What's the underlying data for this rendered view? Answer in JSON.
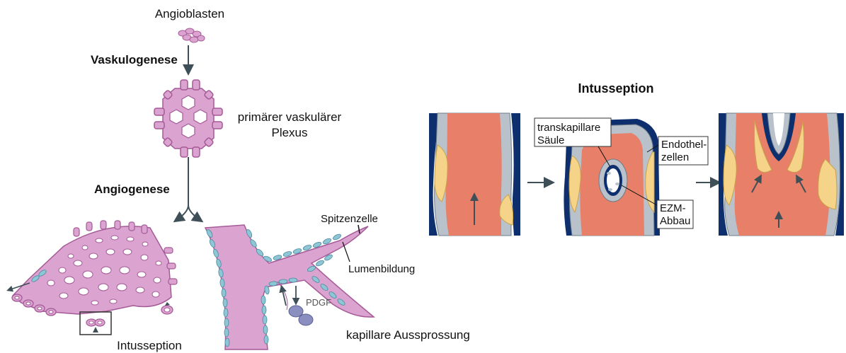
{
  "labels": {
    "angioblasten": "Angioblasten",
    "vaskulogenese": "Vaskulogenese",
    "plexus_line1": "primärer vaskulärer",
    "plexus_line2": "Plexus",
    "angiogenese": "Angiogenese",
    "spitzenzelle": "Spitzenzelle",
    "lumenbildung": "Lumenbildung",
    "pdgf": "PDGF",
    "intusseption_left": "Intusseption",
    "kapillare_aussprossung": "kapillare Aussprossung",
    "intusseption_title": "Intusseption",
    "saeule_line1": "transkapillare",
    "saeule_line2": "Säule",
    "endothel_line1": "Endothel-",
    "endothel_line2": "zellen",
    "ezm_line1": "EZM-",
    "ezm_line2": "Abbau"
  },
  "colors": {
    "tissue_pink": "#dba3cf",
    "tissue_outline": "#a55a97",
    "cell_blue": "#8fc6d6",
    "vessel_red": "#e87f68",
    "vessel_red_light": "#f09a83",
    "endothel_grey": "#b9c2cb",
    "pericyte_yellow": "#f5d48a",
    "membrane_navy": "#0d2f6e",
    "pdgf_cells": "#8a8fc0",
    "arrow_grey": "#3f4f58"
  }
}
